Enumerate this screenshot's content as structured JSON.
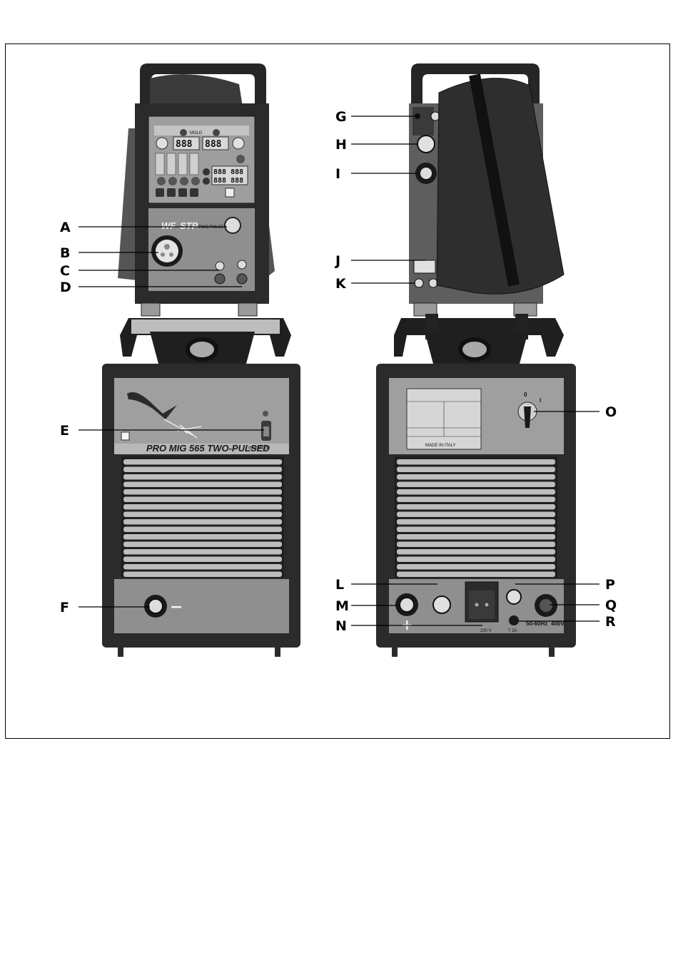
{
  "front": {
    "callouts": [
      "A",
      "B",
      "C",
      "D",
      "E",
      "F"
    ],
    "panel": {
      "display_left": "888",
      "display_right": "888",
      "display_small_1": "888 888",
      "display_small_2": "888 888",
      "mode_text": "MOLD",
      "two_pulse_text": "TWO PULSE"
    },
    "wf_label": "WF",
    "stp_label": "STP",
    "model_name": "PRO MIG 565 TWO-PULSED",
    "inverter_label": "INVERTER",
    "minus_sign": "−"
  },
  "rear": {
    "callouts": [
      "G",
      "H",
      "I",
      "J",
      "K",
      "L",
      "M",
      "N",
      "O",
      "P",
      "Q",
      "R"
    ],
    "switch_off": "0",
    "switch_on": "I",
    "freq_label": "50-60Hz",
    "voltage_label": "400V",
    "socket_voltage": "230 V",
    "fuse_label": "T 2A",
    "plus_sign": "+",
    "rating_plate": {
      "made_in": "MADE IN ITALY"
    }
  },
  "colors": {
    "body_dark": "#2b2b2b",
    "body_mid": "#595959",
    "panel_light": "#a9a9a9",
    "handle": "#262626"
  }
}
